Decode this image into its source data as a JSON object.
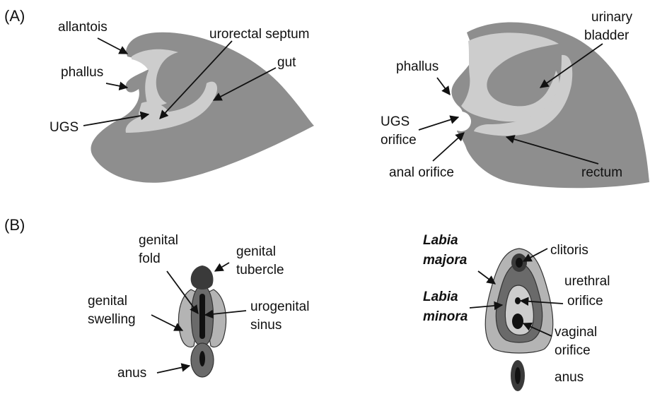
{
  "panels": {
    "a": "(A)",
    "b": "(B)"
  },
  "colors": {
    "tissue": "#8e8e8e",
    "lumen": "#cdcdcd",
    "dark": "#3a3a3a",
    "mid": "#6a6a6a",
    "light": "#b4b4b4",
    "orifice": "#ffffff"
  },
  "labels_a_left": {
    "allantois": "allantois",
    "urorectal_septum": "urorectal septum",
    "gut": "gut",
    "phallus": "phallus",
    "ugs": "UGS"
  },
  "labels_a_right": {
    "urinary_l1": "urinary",
    "urinary_l2": "bladder",
    "phallus": "phallus",
    "ugs_l1": "UGS",
    "ugs_l2": "orifice",
    "anal_orifice": "anal orifice",
    "rectum": "rectum"
  },
  "labels_b_left": {
    "genital_fold_l1": "genital",
    "genital_fold_l2": "fold",
    "genital_tubercle_l1": "genital",
    "genital_tubercle_l2": "tubercle",
    "genital_swelling_l1": "genital",
    "genital_swelling_l2": "swelling",
    "urogenital_l1": "urogenital",
    "urogenital_l2": "sinus",
    "anus": "anus"
  },
  "labels_b_right": {
    "labia_majora_l1": "Labia",
    "labia_majora_l2": "majora",
    "clitoris": "clitoris",
    "urethral_l1": "urethral",
    "urethral_l2": "orifice",
    "labia_minora_l1": "Labia",
    "labia_minora_l2": "minora",
    "vaginal_l1": "vaginal",
    "vaginal_l2": "orifice",
    "anus": "anus"
  }
}
